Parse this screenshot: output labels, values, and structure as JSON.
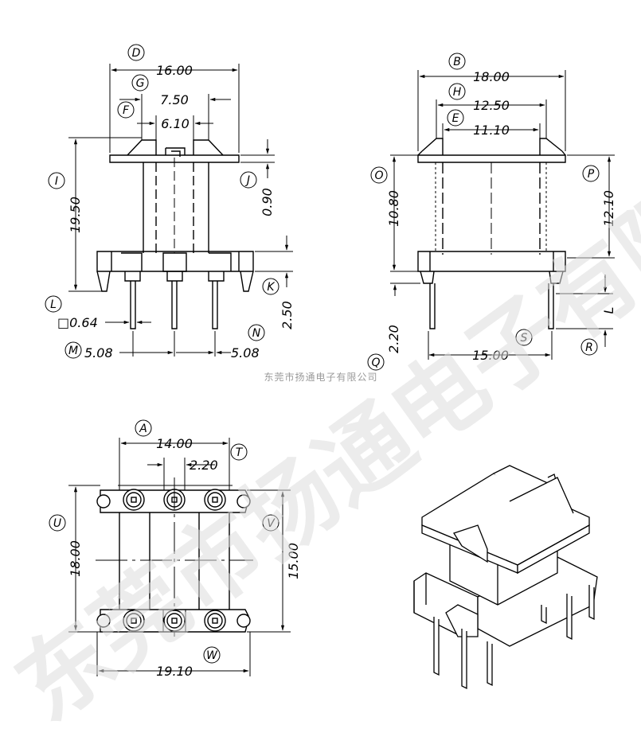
{
  "company_caption": "东莞市扬通电子有限公司",
  "watermark": "东莞市扬通电子有限公司",
  "front_view": {
    "D": {
      "letter": "D",
      "value": "16.00"
    },
    "G": {
      "letter": "G",
      "value": "7.50"
    },
    "F": {
      "letter": "F",
      "value": "6.10"
    },
    "I": {
      "letter": "I",
      "value": "19.50"
    },
    "J": {
      "letter": "J",
      "value": "0.90"
    },
    "K": {
      "letter": "K",
      "value": "2.50"
    },
    "L": {
      "letter": "L",
      "value": "□0.64"
    },
    "M": {
      "letter": "M",
      "value": "5.08"
    },
    "N": {
      "letter": "N",
      "value": "5.08"
    }
  },
  "side_view": {
    "B": {
      "letter": "B",
      "value": "18.00"
    },
    "H": {
      "letter": "H",
      "value": "12.50"
    },
    "E": {
      "letter": "E",
      "value": "11.10"
    },
    "O": {
      "letter": "O",
      "value": "10.80"
    },
    "P": {
      "letter": "P",
      "value": "12.10"
    },
    "Q": {
      "letter": "Q",
      "value": "2.20"
    },
    "S": {
      "letter": "S",
      "value": "15.00"
    },
    "R": {
      "letter": "R",
      "value": ""
    },
    "L_small": "L"
  },
  "bottom_view": {
    "A": {
      "letter": "A",
      "value": "14.00"
    },
    "T": {
      "letter": "T",
      "value": "2.20"
    },
    "U": {
      "letter": "U",
      "value": "18.00"
    },
    "V": {
      "letter": "V",
      "value": "15.00"
    },
    "W": {
      "letter": "W",
      "value": "19.10"
    }
  }
}
